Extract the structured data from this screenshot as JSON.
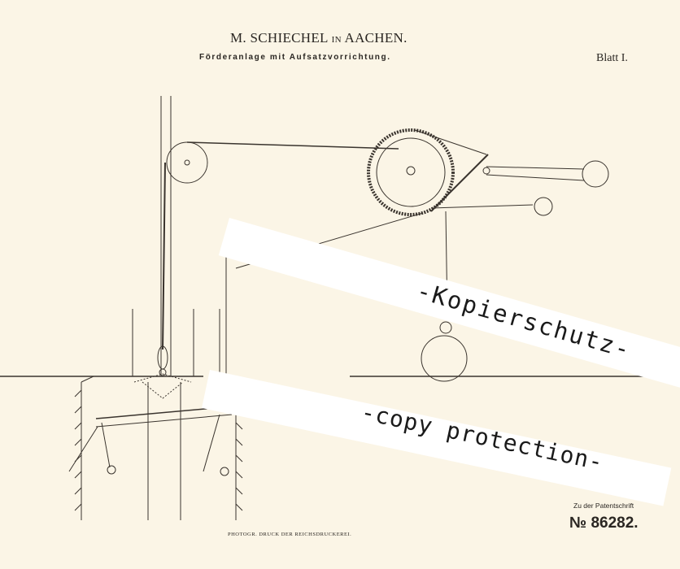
{
  "header": {
    "author": "M. SCHIECHEL",
    "author_in": "IN",
    "city": "AACHEN.",
    "title": "Förderanlage mit Aufsatzvorrichtung.",
    "sheet": "Blatt I."
  },
  "footer": {
    "ref_label": "Zu der Patentschrift",
    "ref_number": "№ 86282.",
    "printer": "PHOTOGR. DRUCK DER REICHSDRUCKEREI."
  },
  "watermarks": {
    "line1": "-Kopierschutz-",
    "line2": "-copy protection-"
  },
  "colors": {
    "paper": "#fbf5e6",
    "ink": "#2a2622",
    "banner": "#ffffff"
  }
}
